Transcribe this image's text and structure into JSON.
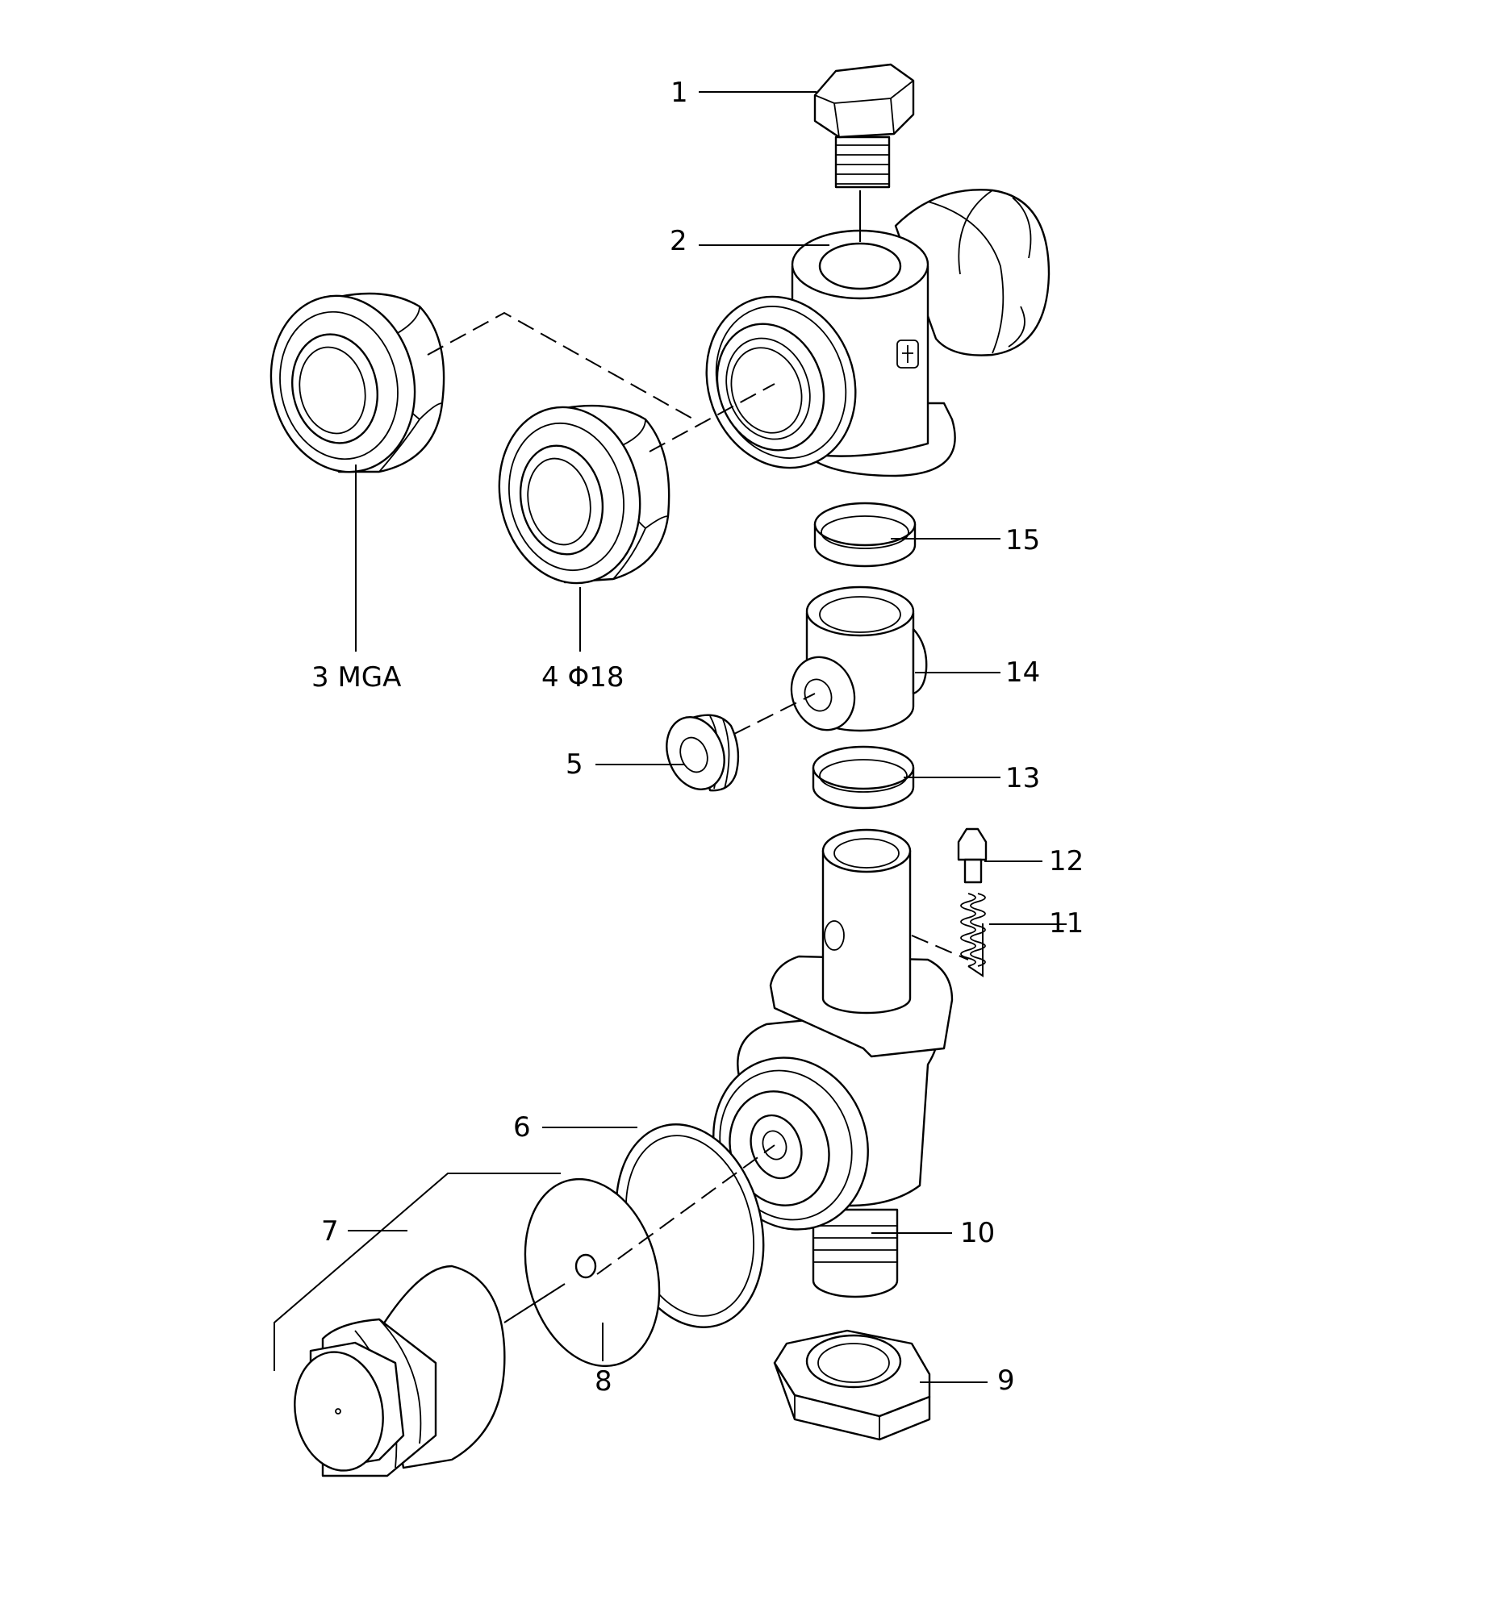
{
  "callouts": {
    "c1": "1",
    "c2": "2",
    "c3": "3 MGA",
    "c4": "4 Φ18",
    "c5": "5",
    "c6": "6",
    "c7": "7",
    "c8": "8",
    "c9": "9",
    "c10": "10",
    "c11": "11",
    "c12": "12",
    "c13": "13",
    "c14": "14",
    "c15": "15"
  },
  "colors": {
    "line": "#000000",
    "background": "#ffffff"
  }
}
